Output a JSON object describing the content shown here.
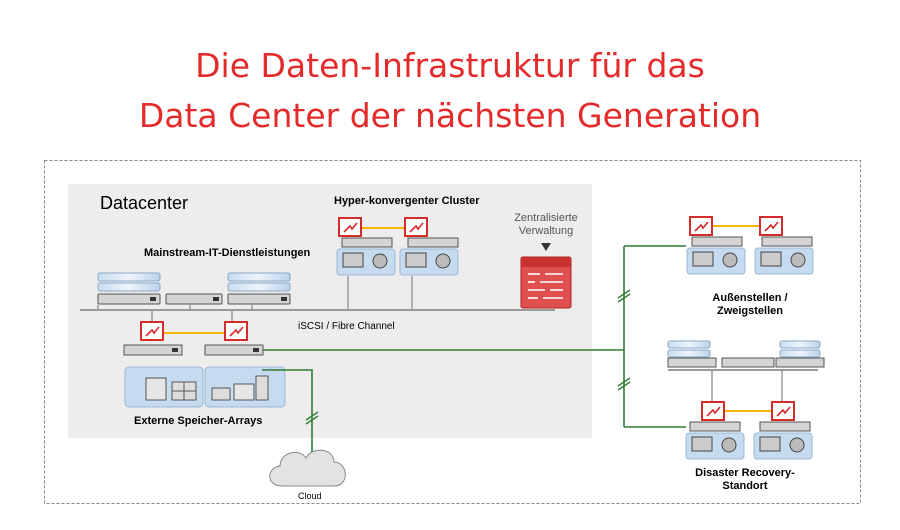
{
  "title_line1": "Die Daten-Infrastruktur für das",
  "title_line2": "Data Center der nächsten Generation",
  "labels": {
    "datacenter": "Datacenter",
    "hyper_cluster": "Hyper-konvergenter Cluster",
    "central_mgmt_line1": "Zentralisierte",
    "central_mgmt_line2": "Verwaltung",
    "mainstream": "Mainstream-IT-Dienstleistungen",
    "iscsi": "iSCSI / Fibre Channel",
    "external_storage": "Externe Speicher-Arrays",
    "cloud": "Cloud",
    "branch_line1": "Außenstellen /",
    "branch_line2": "Zweigstellen",
    "dr_line1": "Disaster Recovery-",
    "dr_line2": "Standort"
  },
  "colors": {
    "title": "#e32b2b",
    "link_green": "#2e7d32",
    "sync_orange": "#f5b800",
    "appliance_red": "#d42b2b",
    "datacenter_bg": "#eeeeee",
    "border_dashed": "#888888"
  },
  "icons": [
    "appliance-icon",
    "server-icon",
    "storage-array-icon",
    "management-console-icon",
    "cloud-icon",
    "wan-break-icon"
  ]
}
